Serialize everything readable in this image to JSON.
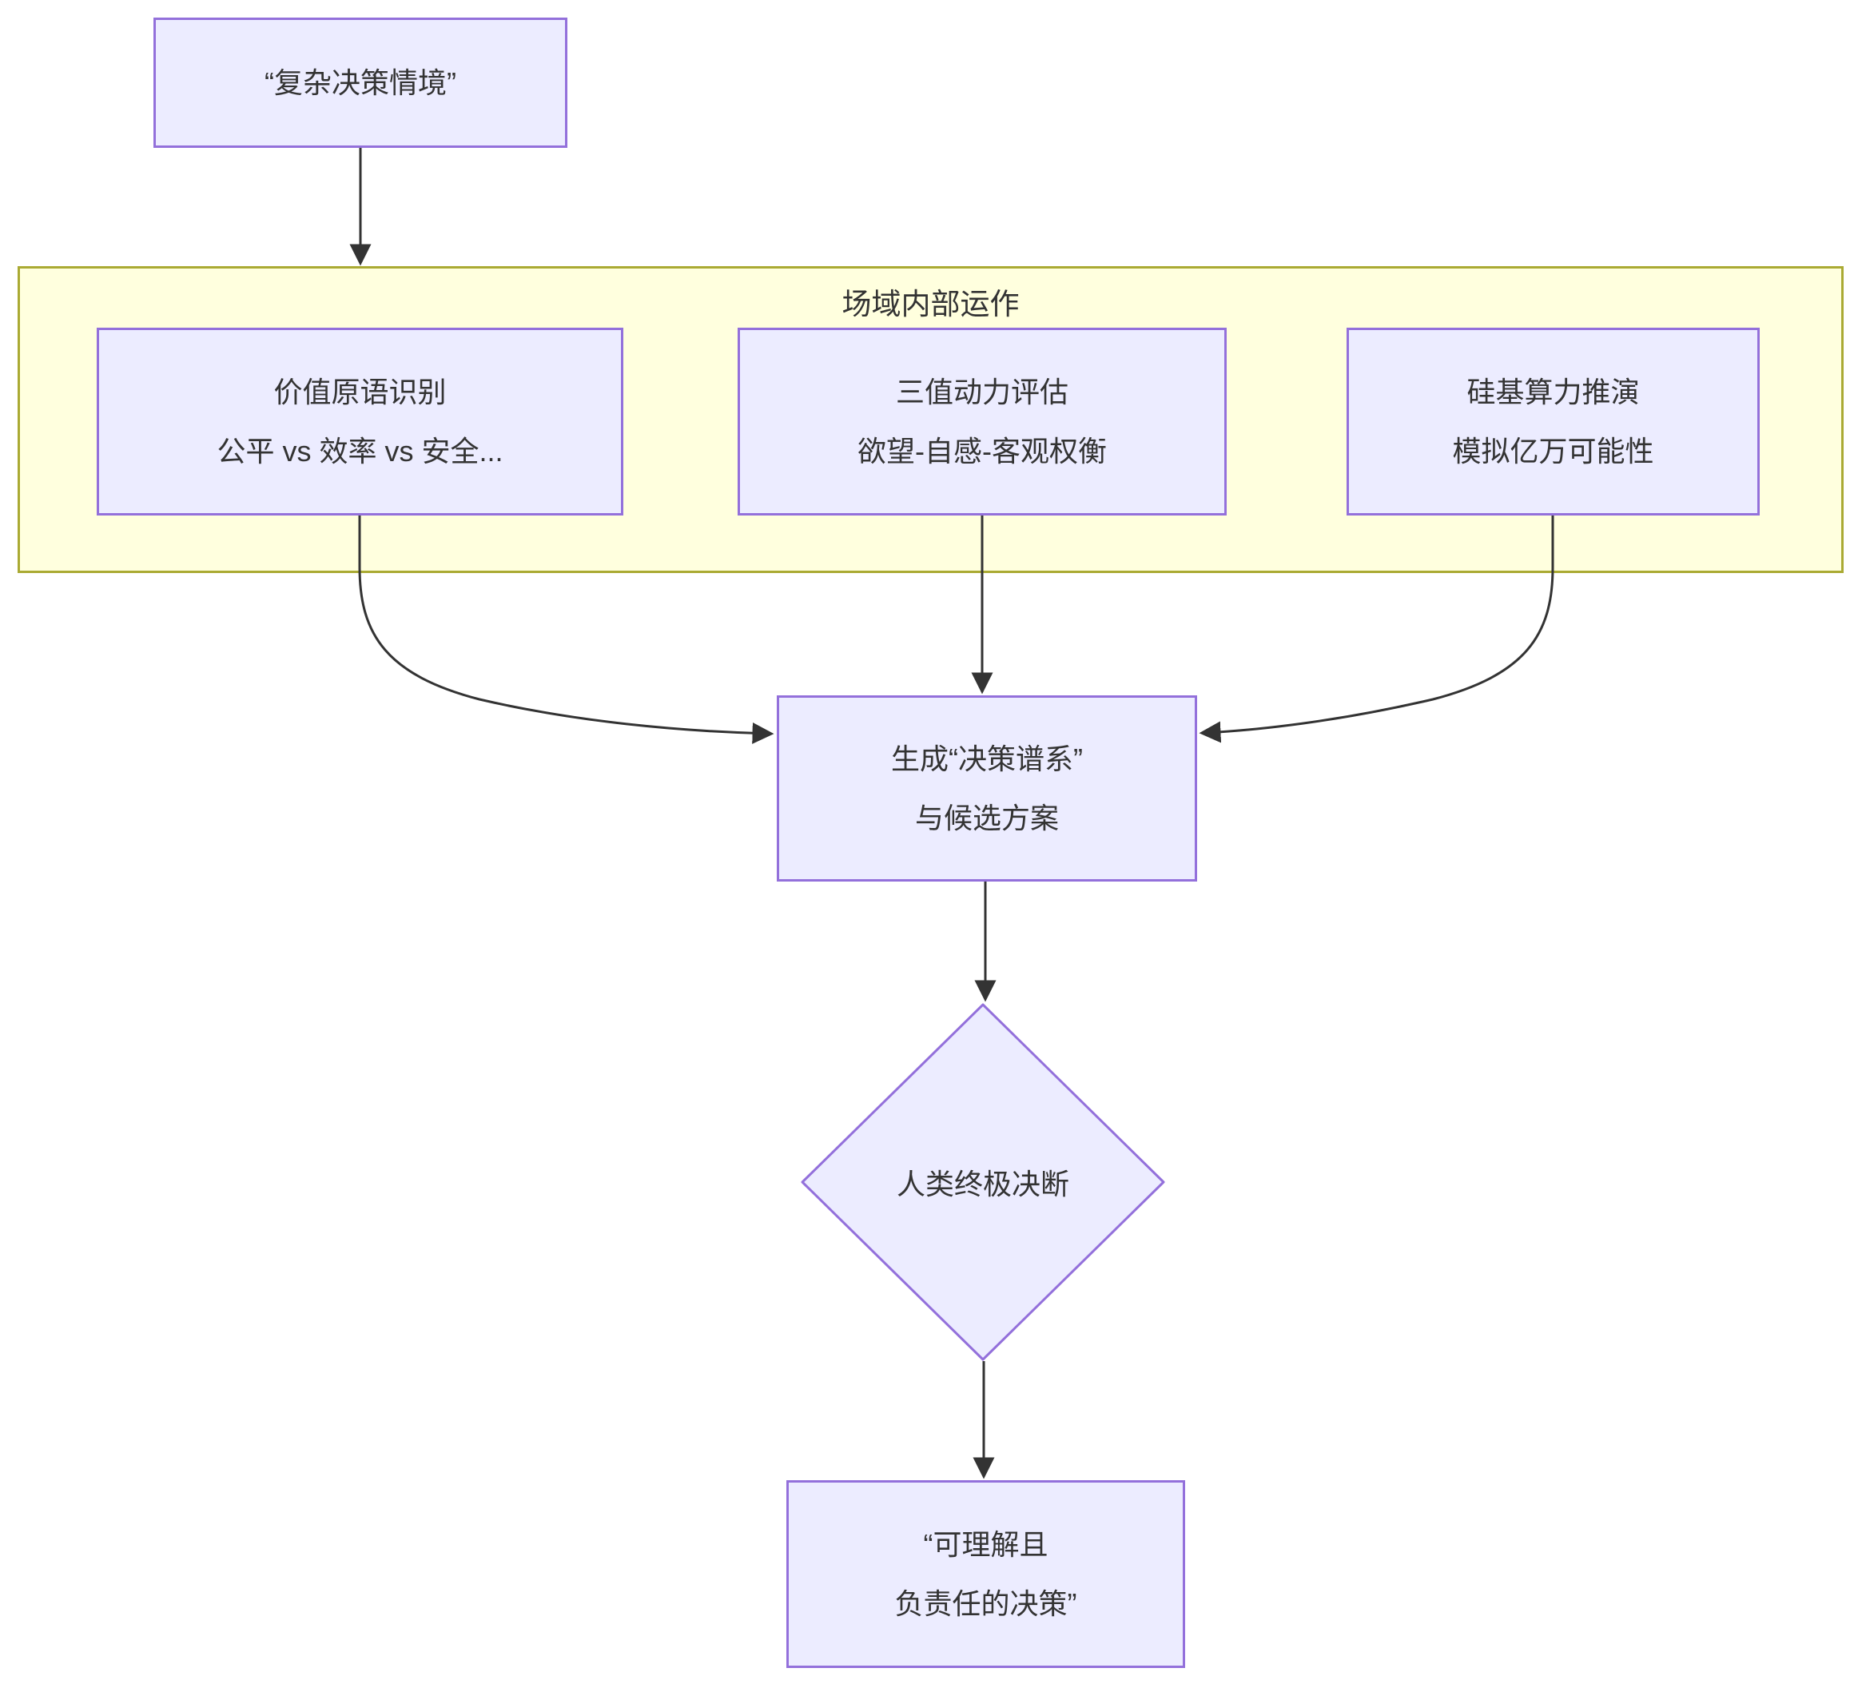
{
  "diagram": {
    "nodes": {
      "situation": {
        "label": "“复杂决策情境”"
      },
      "cluster": {
        "title": "场域内部运作"
      },
      "value_primitives": {
        "line1": "价值原语识别",
        "line2": "公平 vs 效率 vs 安全..."
      },
      "tri_value": {
        "line1": "三值动力评估",
        "line2": "欲望-自感-客观权衡"
      },
      "silicon_compute": {
        "line1": "硅基算力推演",
        "line2": "模拟亿万可能性"
      },
      "genealogy": {
        "line1": "生成“决策谱系”",
        "line2": "与候选方案"
      },
      "human_decision": {
        "label": "人类终极决断"
      },
      "outcome": {
        "line1": "“可理解且",
        "line2": "负责任的决策”"
      }
    },
    "colors": {
      "node_fill": "#ECECFF",
      "node_border": "#9370DB",
      "cluster_fill": "#FFFFDE",
      "cluster_border": "#AAAA33",
      "edge": "#333333",
      "text": "#333333"
    }
  }
}
